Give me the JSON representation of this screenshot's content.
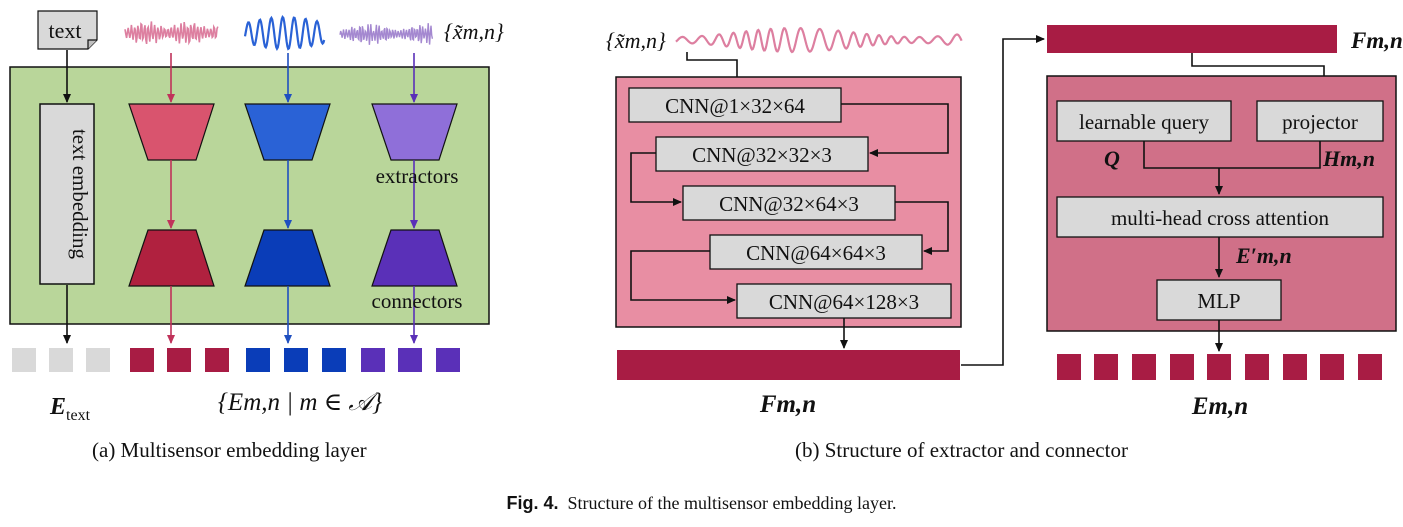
{
  "panel_a": {
    "text_label": "text",
    "input_symbol": "{x̃m,n}",
    "text_embedding_label": "text embedding",
    "extractors_label": "extractors",
    "connectors_label": "connectors",
    "e_text_label": "Etext",
    "e_set_label": "{Em,n | m ∈ 𝒜}",
    "colors": {
      "panel_bg": "#b9d69a",
      "text_box": "#d9d9d9",
      "pink": "#d9546e",
      "pink_dark": "#b0213f",
      "blue": "#2a62d6",
      "blue_dark": "#0a3db8",
      "purple": "#8f6fd9",
      "purple_dark": "#5a30b8"
    }
  },
  "panel_b": {
    "input_symbol": "{x̃m,n}",
    "cnn_layers": [
      "CNN@1×32×64",
      "CNN@32×32×3",
      "CNN@32×64×3",
      "CNN@64×64×3",
      "CNN@64×128×3"
    ],
    "f_label_bottom": "Fm,n",
    "f_label_top": "Fm,n",
    "learnable_query": "learnable query",
    "projector": "projector",
    "q_label": "Q",
    "h_label": "Hm,n",
    "cross_attention": "multi-head cross attention",
    "e_prime_label": "E′m,n",
    "mlp": "MLP",
    "e_label": "Em,n",
    "colors": {
      "panel_bg": "#e88ea3",
      "panel_bg2": "#d07088",
      "bar": "#a81c44",
      "box": "#d9d9d9"
    }
  },
  "captions": {
    "a": "(a) Multisensor embedding layer",
    "b": "(b) Structure of extractor and connector",
    "fig_prefix": "Fig. 4.",
    "fig_text": "Structure of the multisensor embedding layer."
  }
}
